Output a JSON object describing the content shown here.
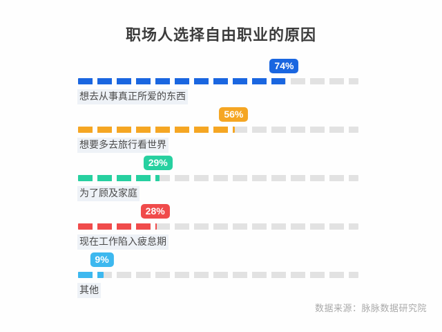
{
  "chart_data": {
    "type": "bar",
    "title": "职场人选择自由职业的原因",
    "orientation": "horizontal",
    "xlabel": "",
    "ylabel": "",
    "xlim": [
      0,
      100
    ],
    "unit": "%",
    "grid": false,
    "legend": "none",
    "style": "dashed-segment-bars",
    "categories": [
      "想去从事真正所爱的东西",
      "想要多去旅行看世界",
      "为了顾及家庭",
      "现在工作陷入疲怠期",
      "其他"
    ],
    "values": [
      74,
      56,
      29,
      28,
      9
    ],
    "value_labels": [
      "74%",
      "56%",
      "29%",
      "28%",
      "9%"
    ],
    "colors": [
      "#1a66e0",
      "#f5a623",
      "#27d0a0",
      "#f04b4b",
      "#3db8ef"
    ],
    "track_color": "#e2e2e2",
    "source_note": "数据来源：脉脉数据研究院"
  },
  "footer": {
    "source": "数据来源：脉脉数据研究院"
  }
}
